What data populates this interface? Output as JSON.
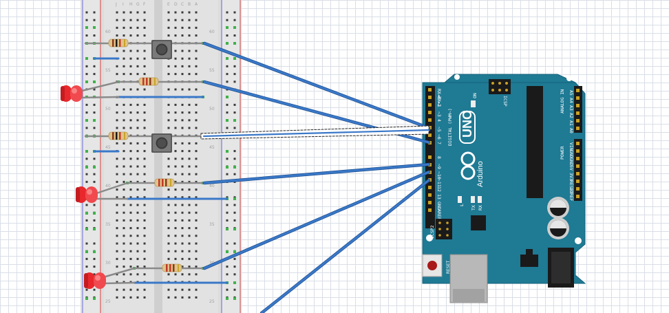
{
  "breadboard": {
    "column_letters": [
      "J",
      "I",
      "H",
      "G",
      "F",
      "E",
      "D",
      "C",
      "B",
      "A"
    ],
    "row_numbers": [
      "60",
      "55",
      "50",
      "45",
      "40",
      "35",
      "30",
      "25"
    ]
  },
  "arduino": {
    "model": "UNO",
    "brand": "Arduino",
    "on_label": "ON",
    "icsp_label": "ICSP",
    "icsp2_label": "ICSP2",
    "reset_label": "RESET",
    "l_label": "L",
    "tx_label": "TX",
    "rx_label": "RX",
    "digital_label": "DIGITAL (PWM~)",
    "analog_label": "ANALOG IN",
    "power_label": "POWER",
    "digital_pins": [
      "RX◄0",
      "TX►1",
      "2",
      "~3",
      "4",
      "~5",
      "~6",
      "7",
      "8",
      "~9",
      "~10",
      "~11",
      "12",
      "13",
      "GND",
      "AREF"
    ],
    "power_pins": [
      "IOREF",
      "RESET",
      "3V3",
      "5V",
      "GND",
      "GND",
      "VIN"
    ],
    "analog_pins": [
      "A0",
      "A1",
      "A2",
      "A3",
      "A4",
      "A5"
    ]
  },
  "components": {
    "leds": 3,
    "resistors": 5,
    "pushbuttons": 2,
    "led_color": "#e8282c",
    "wire_color": "#3a78c8",
    "board_color": "#1f7a94"
  }
}
